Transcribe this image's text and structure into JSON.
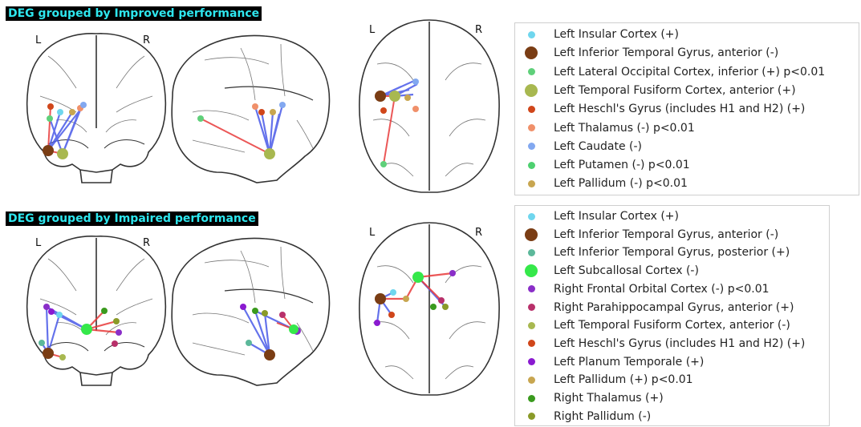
{
  "top": {
    "title": "DEG grouped by Improved performance",
    "coronal_left": "L",
    "coronal_right": "R",
    "axial_left": "L",
    "axial_right": "R",
    "legend": [
      {
        "label": "Left Insular Cortex (+)",
        "color": "#6fd6ee",
        "size": "small"
      },
      {
        "label": "Left Inferior Temporal Gyrus, anterior  (-)",
        "color": "#7a3d14",
        "size": "large"
      },
      {
        "label": "Left Lateral Occipital Cortex, inferior  (+) p<0.01",
        "color": "#5fd07a",
        "size": "small"
      },
      {
        "label": "Left Temporal Fusiform Cortex, anterior  (+)",
        "color": "#a8b850",
        "size": "large"
      },
      {
        "label": "Left Heschl's Gyrus (includes H1 and H2) (+)",
        "color": "#d0461a",
        "size": "small"
      },
      {
        "label": "Left Thalamus (-) p<0.01",
        "color": "#f0906a",
        "size": "small"
      },
      {
        "label": "Left Caudate (-)",
        "color": "#82a8f0",
        "size": "small"
      },
      {
        "label": "Left Putamen (-) p<0.01",
        "color": "#4ed070",
        "size": "small"
      },
      {
        "label": "Left Pallidum (-) p<0.01",
        "color": "#c8a650",
        "size": "small"
      }
    ]
  },
  "bottom": {
    "title": "DEG grouped by Impaired performance",
    "coronal_left": "L",
    "coronal_right": "R",
    "axial_left": "L",
    "axial_right": "R",
    "legend": [
      {
        "label": "Left Insular Cortex (+)",
        "color": "#6fd6ee",
        "size": "small"
      },
      {
        "label": "Left Inferior Temporal Gyrus, anterior  (-)",
        "color": "#7a3d14",
        "size": "large"
      },
      {
        "label": "Left Inferior Temporal Gyrus, posterior  (+)",
        "color": "#5cb89a",
        "size": "small"
      },
      {
        "label": "Left Subcallosal Cortex (-)",
        "color": "#35e84a",
        "size": "large"
      },
      {
        "label": "Right Frontal Orbital Cortex (-) p<0.01",
        "color": "#8a2ec8",
        "size": "small"
      },
      {
        "label": "Right Parahippocampal Gyrus, anterior  (+)",
        "color": "#b8306a",
        "size": "small"
      },
      {
        "label": "Left Temporal Fusiform Cortex, anterior  (-)",
        "color": "#a8b850",
        "size": "small"
      },
      {
        "label": "Left Heschl's Gyrus (includes H1 and H2) (+)",
        "color": "#d0461a",
        "size": "small"
      },
      {
        "label": "Left Planum Temporale (+)",
        "color": "#8a1ad0",
        "size": "small"
      },
      {
        "label": "Left Pallidum (+) p<0.01",
        "color": "#c8a650",
        "size": "small"
      },
      {
        "label": "Right Thalamus (+)",
        "color": "#3a9a1e",
        "size": "small"
      },
      {
        "label": "Right Pallidum (-)",
        "color": "#8a9a28",
        "size": "small"
      }
    ]
  },
  "colors": {
    "title_bg": "#000000",
    "title_text": "#2ee6ee",
    "edge_positive": "#e83a3a",
    "edge_negative": "#4a5ae8",
    "brain_outline": "#333333"
  }
}
